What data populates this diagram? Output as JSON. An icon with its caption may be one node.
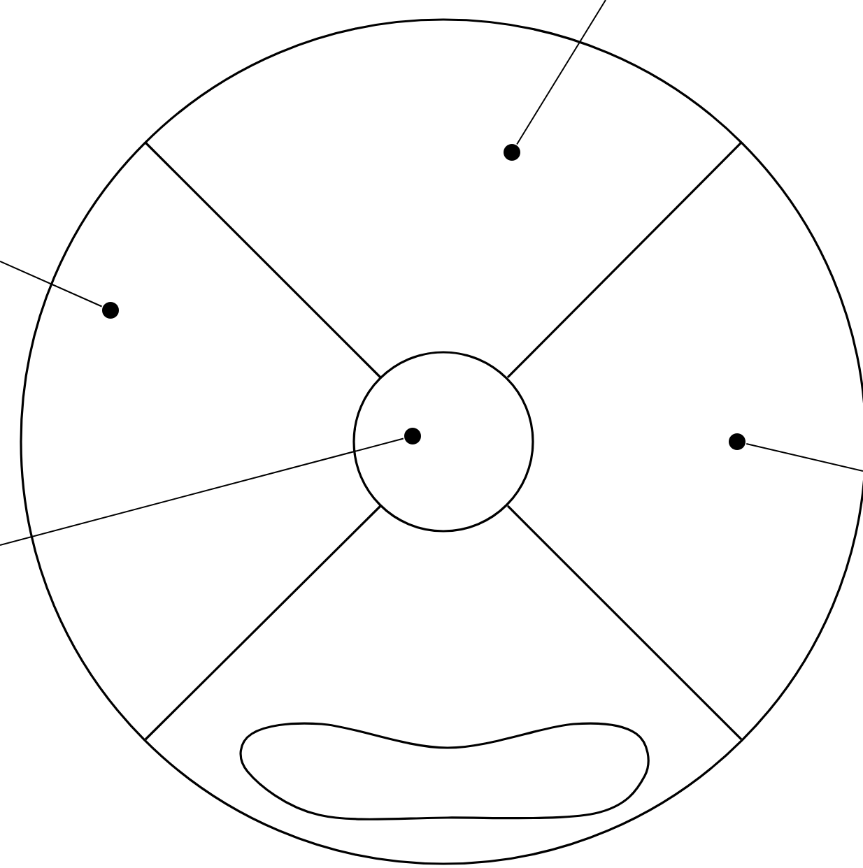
{
  "diagram": {
    "nodes": [
      {
        "text": [],
        "shape": "circle"
      },
      {
        "text": [],
        "shape": "circle"
      },
      {
        "text": [],
        "shape": "circle"
      },
      {
        "text": [],
        "shape": "circle"
      }
    ],
    "edges": [
      {
        "from": null,
        "to": 0,
        "arrow": "none"
      },
      {
        "from": null,
        "to": 1,
        "arrow": "none"
      },
      {
        "from": null,
        "to": 2,
        "arrow": "none"
      },
      {
        "from": null,
        "to": 3,
        "arrow": "none"
      }
    ]
  }
}
